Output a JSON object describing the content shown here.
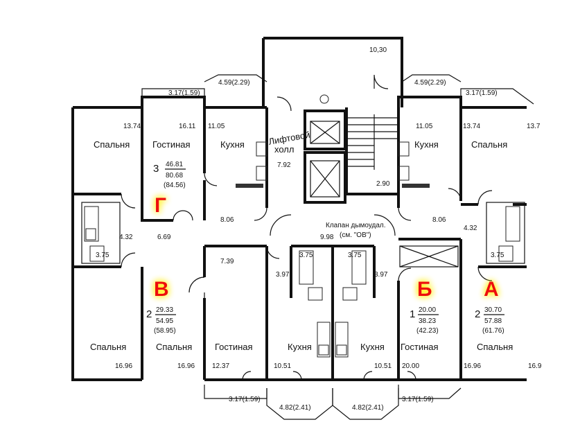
{
  "plan": {
    "apartments": [
      {
        "id": "a",
        "letter": "А",
        "rooms": "2",
        "living": "30.70",
        "total": "57.88",
        "total_loggia": "(61.76)"
      },
      {
        "id": "b",
        "letter": "Б",
        "rooms": "1",
        "living": "20.00",
        "total": "38.23",
        "total_loggia": "(42.23)"
      },
      {
        "id": "v",
        "letter": "В",
        "rooms": "2",
        "living": "29.33",
        "total": "54.95",
        "total_loggia": "(58.95)"
      },
      {
        "id": "g",
        "letter": "Г",
        "rooms": "3",
        "living": "46.81",
        "total": "80.68",
        "total_loggia": "(84.56)"
      }
    ],
    "rooms": {
      "bedroom_tl": "Спальня",
      "living_tl": "Гостиная",
      "kitchen_tl": "Кухня",
      "lift_hall": "Лифтовой",
      "lift_hall2": "холл",
      "kitchen_tr": "Кухня",
      "bedroom_tr": "Спальня",
      "bedroom_bl": "Спальня",
      "bedroom_bl2": "Спальня",
      "living_bm": "Гостиная",
      "kitchen_bm1": "Кухня",
      "kitchen_bm2": "Кухня",
      "living_br": "Гостиная",
      "bedroom_br": "Спальня",
      "smoke_valve1": "Клапан дымоудал.",
      "smoke_valve2": "(см. \"ОВ\")"
    },
    "areas": {
      "a1374": "13.74",
      "a1611": "16.11",
      "a1105l": "11.05",
      "a792": "7.92",
      "a1105r": "11.05",
      "a1374r": "13.74",
      "a1374rr": "13.7",
      "a1030": "10,30",
      "a459l": "4.59(2.29)",
      "a459r": "4.59(2.29)",
      "a317tl": "3.17(1.59)",
      "a317tr": "3.17(1.59)",
      "a290": "2.90",
      "a432l": "4.32",
      "a669": "6.69",
      "a806l": "8.06",
      "a998": "9.98",
      "a806r": "8.06",
      "a432r": "4.32",
      "a375a": "3.75",
      "a375b": "3.75",
      "a375c": "3.75",
      "a375d": "3.75",
      "a739": "7.39",
      "a397l": "3.97",
      "a397r": "3.97",
      "a1696a": "16.96",
      "a1696b": "16.96",
      "a1237": "12.37",
      "a1051a": "10.51",
      "a1051b": "10.51",
      "a2000": "20.00",
      "a1696c": "16.96",
      "a169r": "16.9",
      "a317bl": "3.17(1.59)",
      "a482l": "4.82(2.41)",
      "a482r": "4.82(2.41)",
      "a317br": "3.17(1.59)"
    },
    "colors": {
      "label_red": "#ee1111",
      "label_glow": "#ffee00",
      "wall": "#111111"
    }
  }
}
